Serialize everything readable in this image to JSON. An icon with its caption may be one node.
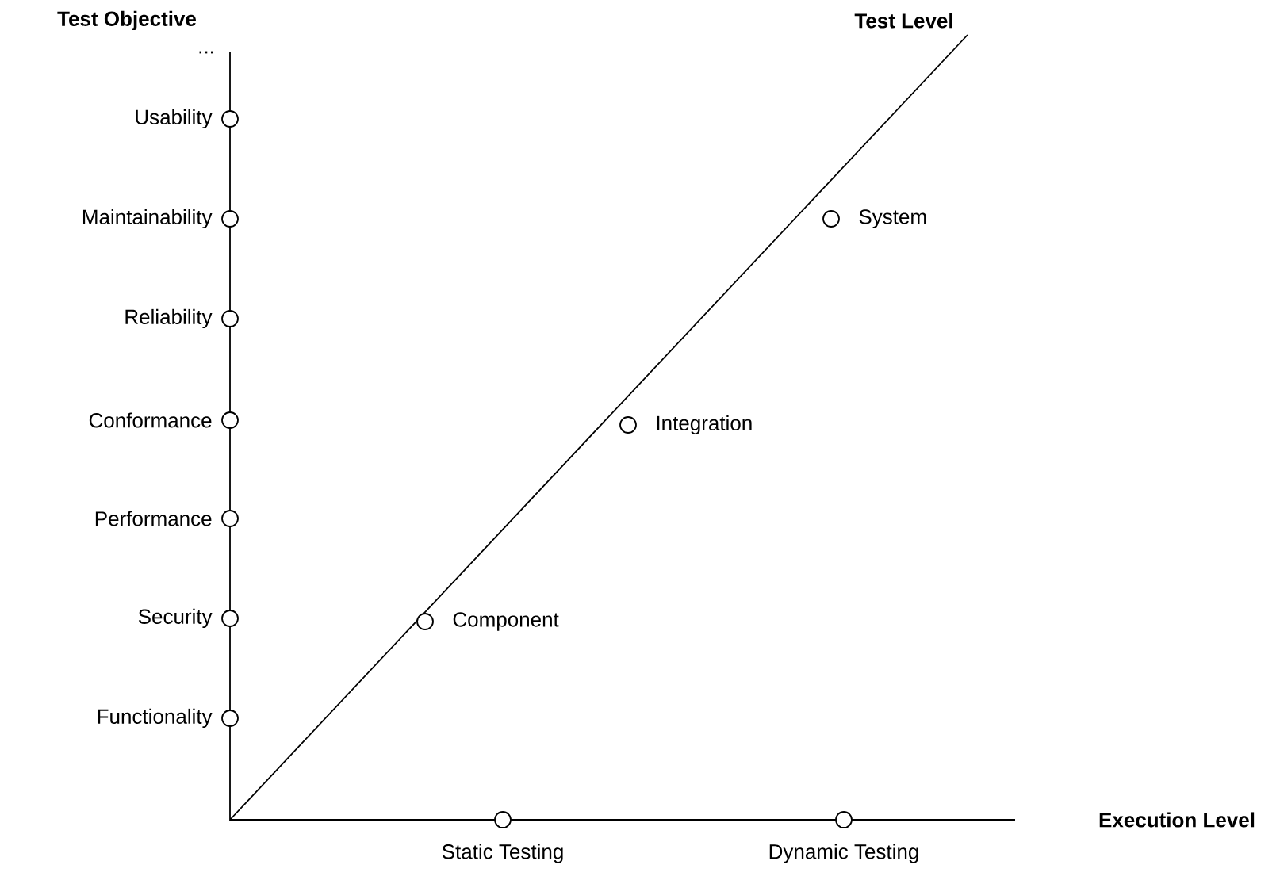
{
  "diagram": {
    "nodes": [
      {
        "text": [],
        "shape": "circle",
        "beside": [
          "Usability"
        ]
      },
      {
        "text": [],
        "shape": "circle",
        "beside": [
          "Maintainability"
        ]
      },
      {
        "text": [],
        "shape": "circle",
        "beside": [
          "Reliability"
        ]
      },
      {
        "text": [],
        "shape": "circle",
        "beside": [
          "Conformance"
        ]
      },
      {
        "text": [],
        "shape": "circle",
        "beside": [
          "Performance"
        ]
      },
      {
        "text": [],
        "shape": "circle",
        "beside": [
          "Security"
        ]
      },
      {
        "text": [],
        "shape": "circle",
        "beside": [
          "Functionality"
        ]
      },
      {
        "text": [],
        "shape": "circle",
        "beside": [
          "System"
        ]
      },
      {
        "text": [],
        "shape": "circle",
        "beside": [
          "Integration"
        ]
      },
      {
        "text": [],
        "shape": "circle",
        "beside": [
          "Component"
        ]
      },
      {
        "text": [],
        "shape": "circle",
        "beside": [
          "Static Testing"
        ]
      },
      {
        "text": [],
        "shape": "circle",
        "beside": [
          "Dynamic Testing"
        ]
      }
    ],
    "labels": [
      "Test Objective",
      "...",
      "Test Level",
      "Execution Level"
    ]
  }
}
